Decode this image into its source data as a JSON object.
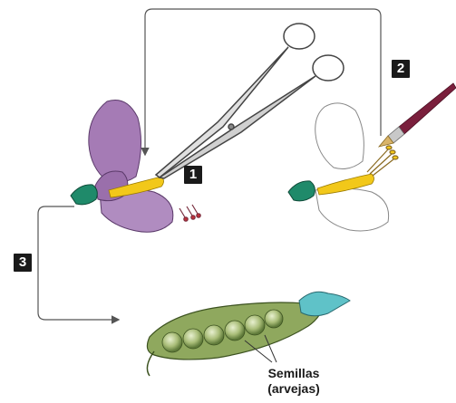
{
  "steps": [
    {
      "number": "1",
      "meaning": "cut stamens with scissors"
    },
    {
      "number": "2",
      "meaning": "transfer pollen with brush"
    },
    {
      "number": "3",
      "meaning": "seeds develop in pod"
    }
  ],
  "labels": {
    "seeds_line1": "Semillas",
    "seeds_line2": "(arvejas)"
  },
  "colors": {
    "petal_purple": "#a57bb5",
    "sepal_green": "#1f8a6a",
    "stamen_yellow": "#f2c81a",
    "pod_green": "#8fa85e",
    "seed_green": "#a9bd78",
    "brush_handle": "#7a1f3c",
    "pod_tip_teal": "#5fc2c8",
    "arrow_gray": "#555555"
  }
}
